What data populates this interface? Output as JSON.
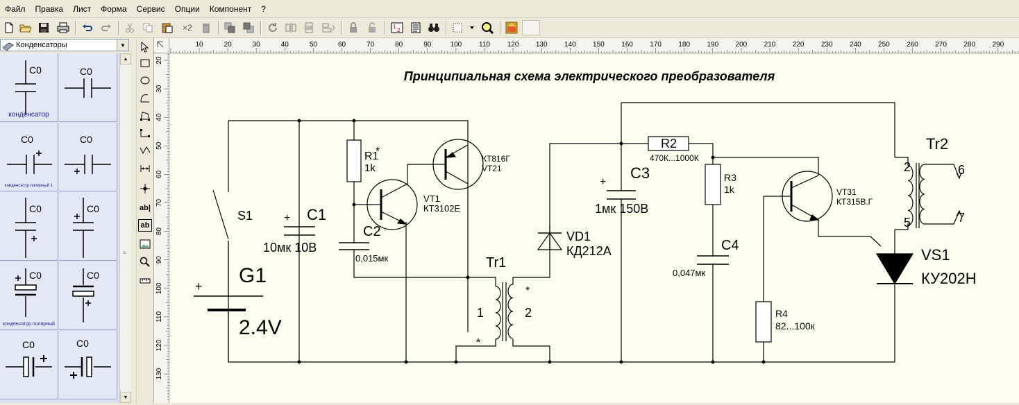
{
  "menu": [
    "Файл",
    "Правка",
    "Лист",
    "Форма",
    "Сервис",
    "Опции",
    "Компонент",
    "?"
  ],
  "toolbar": {
    "copy_count_label": "×2"
  },
  "library": {
    "selected": "Конденсаторы",
    "cells": [
      {
        "label": "C0",
        "caption": "конденсатор"
      },
      {
        "label": "C0",
        "caption": ""
      },
      {
        "label": "C0",
        "caption": "конденсатор полярный 1"
      },
      {
        "label": "C0",
        "caption": ""
      },
      {
        "label": "C0",
        "caption": ""
      },
      {
        "label": "C0",
        "caption": ""
      },
      {
        "label": "C0",
        "caption": "конденсатор полярный"
      },
      {
        "label": "C0",
        "caption": ""
      },
      {
        "label": "C0",
        "caption": ""
      },
      {
        "label": "C0",
        "caption": ""
      }
    ]
  },
  "draw_tools": {
    "text_tool": "ab|",
    "text_box_tool": "ab"
  },
  "ruler": {
    "h_ticks": [
      "10",
      "20",
      "30",
      "40",
      "50",
      "60",
      "70",
      "80",
      "90",
      "100",
      "110",
      "120",
      "130",
      "140",
      "150",
      "160",
      "170",
      "180",
      "190",
      "200",
      "210",
      "220",
      "230",
      "240",
      "250",
      "260",
      "270",
      "280",
      "290"
    ],
    "v_ticks": [
      "20",
      "30",
      "40",
      "50",
      "60",
      "70",
      "80",
      "90",
      "100",
      "110",
      "120",
      "130"
    ]
  },
  "schematic": {
    "title": "Принципиальная схема электрического преобразователя",
    "plus": "+",
    "star": "*",
    "S1": "S1",
    "G1": "G1",
    "G1_value": "2.4V",
    "C1": "C1",
    "C1_value": "10мк 10В",
    "R1": "R1",
    "R1_value": "1k",
    "C2": "C2",
    "C2_value": "0,015мк",
    "VT1": "VT1",
    "VT1_type": "КТ3102Е",
    "VT2_type": "КТ816Г",
    "VT2": "VT21",
    "Tr1": "Tr1",
    "Tr1_w1": "1",
    "Tr1_w2": "2",
    "VD1": "VD1",
    "VD1_type": "КД212А",
    "C3": "C3",
    "C3_value": "1мк 150В",
    "R2": "R2",
    "R2_value": "470К...1000К",
    "R3": "R3",
    "R3_value": "1k",
    "C4": "C4",
    "C4_value": "0,047мк",
    "R4": "R4",
    "R4_value": "82...100к",
    "VT3": "VT31",
    "VT3_type": "КТ315В.Г",
    "Tr2": "Tr2",
    "Tr2_p2": "2",
    "Tr2_p5": "5",
    "Tr2_p6": "6",
    "Tr2_p7": "7",
    "VS1": "VS1",
    "VS1_type": "КУ202Н"
  }
}
